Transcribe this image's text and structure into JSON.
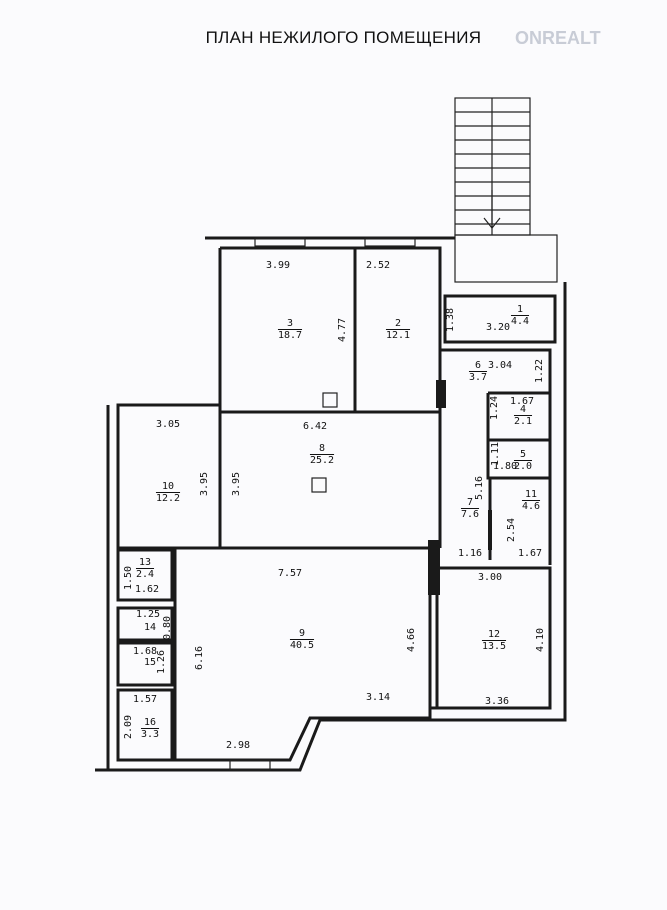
{
  "title": "ПЛАН НЕЖИЛОГО ПОМЕЩЕНИЯ",
  "watermark": "ONREALT",
  "rooms": [
    {
      "no": "1",
      "area": "4.4",
      "dims": [
        "3.20",
        "1.38"
      ]
    },
    {
      "no": "2",
      "area": "12.1",
      "dims": [
        "2.52"
      ]
    },
    {
      "no": "3",
      "area": "18.7",
      "dims": [
        "3.99",
        "4.77"
      ]
    },
    {
      "no": "4",
      "area": "2.1",
      "dims": [
        "1.67",
        "1.24"
      ]
    },
    {
      "no": "5",
      "area": "2.0",
      "dims": [
        "1.80",
        "1.11"
      ]
    },
    {
      "no": "6",
      "area": "3.7",
      "dims": [
        "3.04",
        "1.22"
      ]
    },
    {
      "no": "7",
      "area": "7.6",
      "dims": [
        "5.16",
        "1.16"
      ]
    },
    {
      "no": "8",
      "area": "25.2",
      "dims": [
        "6.42",
        "3.95"
      ]
    },
    {
      "no": "9",
      "area": "40.5",
      "dims": [
        "7.57",
        "4.66",
        "6.16",
        "3.14",
        "2.98"
      ]
    },
    {
      "no": "10",
      "area": "12.2",
      "dims": [
        "3.05",
        "3.95"
      ]
    },
    {
      "no": "11",
      "area": "4.6",
      "dims": [
        "2.54",
        "1.67"
      ]
    },
    {
      "no": "12",
      "area": "13.5",
      "dims": [
        "3.00",
        "4.10",
        "3.36"
      ]
    },
    {
      "no": "13",
      "area": "2.4",
      "dims": [
        "1.50",
        "1.62"
      ]
    },
    {
      "no": "14",
      "area": "",
      "dims": [
        "1.25",
        "0.80"
      ]
    },
    {
      "no": "15",
      "area": "",
      "dims": [
        "1.68",
        "1.26"
      ]
    },
    {
      "no": "16",
      "area": "3.3",
      "dims": [
        "1.57",
        "2.09"
      ]
    }
  ]
}
